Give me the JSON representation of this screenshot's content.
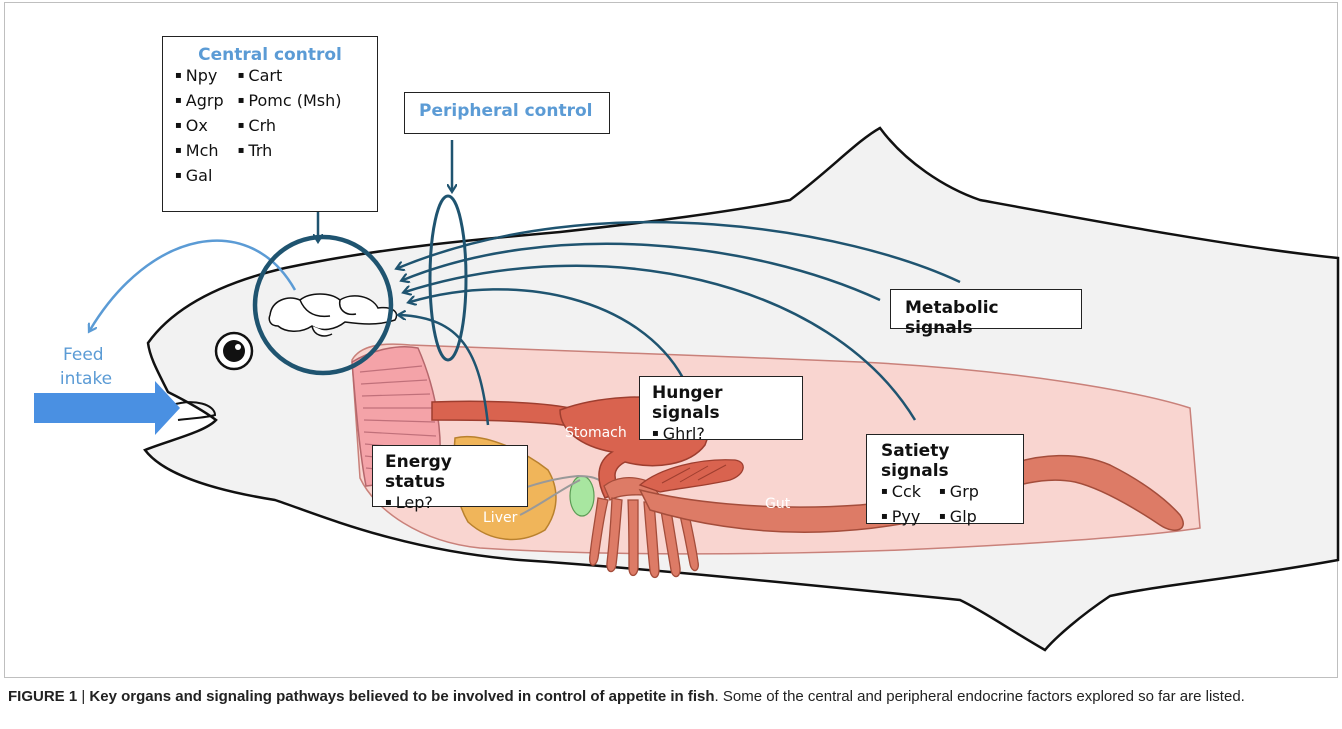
{
  "central_control": {
    "title": "Central control",
    "col1": [
      "Npy",
      "Agrp",
      "Ox",
      "Mch",
      "Gal"
    ],
    "col2": [
      "Cart",
      "Pomc (Msh)",
      "Crh",
      "Trh"
    ]
  },
  "peripheral_control": {
    "title": "Peripheral control"
  },
  "metabolic_signals": {
    "title": "Metabolic signals"
  },
  "hunger_signals": {
    "title": "Hunger signals",
    "items": [
      "Ghrl?"
    ]
  },
  "energy_status": {
    "title": "Energy status",
    "items": [
      "Lep?"
    ]
  },
  "satiety_signals": {
    "title": "Satiety signals",
    "col1": [
      "Cck",
      "Pyy"
    ],
    "col2": [
      "Grp",
      "Glp"
    ]
  },
  "feed_intake": {
    "line1": "Feed",
    "line2": "intake"
  },
  "organs": {
    "stomach": "Stomach",
    "liver": "Liver",
    "gut": "Gut"
  },
  "caption": {
    "label": "FIGURE 1",
    "separator": " | ",
    "bold_text": "Key organs and signaling pathways believed to be involved in control of appetite in fish",
    "rest": ". Some of the central and peripheral endocrine factors explored so far are listed."
  },
  "colors": {
    "arrow_dark": "#1f5470",
    "arrow_light": "#5b9bd5",
    "feed_arrow": "#4a90e2",
    "body_cavity": "#f9d5d0",
    "gill": "#f4a3a8",
    "stomach": "#d9634f",
    "liver": "#f0b55a",
    "gallbladder": "#a8e6a0",
    "gut": "#dd7b66",
    "fish_outline": "#111111"
  }
}
